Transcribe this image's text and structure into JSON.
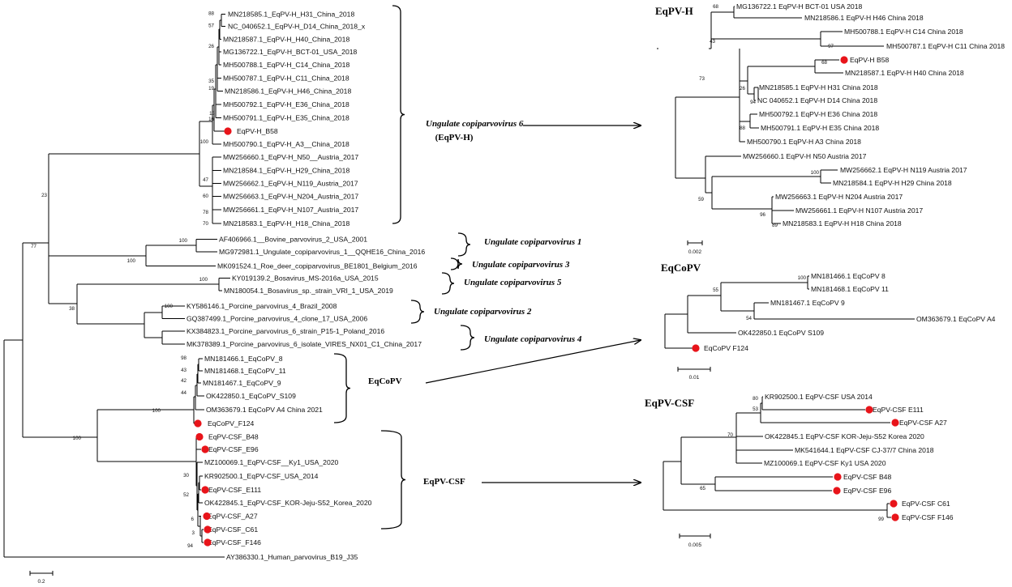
{
  "main_tree": {
    "leaves": [
      "MN218585.1_EqPV-H_H31_China_2018",
      "NC_040652.1_EqPV-H_D14_China_2018_x",
      "MN218587.1_EqPV-H_H40_China_2018",
      "MG136722.1_EqPV-H_BCT-01_USA_2018",
      "MH500788.1_EqPV-H_C14_China_2018",
      "MH500787.1_EqPV-H_C11_China_2018",
      "MN218586.1_EqPV-H_H46_China_2018",
      "MH500792.1_EqPV-H_E36_China_2018",
      "MH500791.1_EqPV-H_E35_China_2018",
      "EqPV-H_B58",
      "MH500790.1_EqPV-H_A3__China_2018",
      "MW256660.1_EqPV-H_N50__Austria_2017",
      "MN218584.1_EqPV-H_H29_China_2018",
      "MW256662.1_EqPV-H_N119_Austria_2017",
      "MW256663.1_EqPV-H_N204_Austria_2017",
      "MW256661.1_EqPV-H_N107_Austria_2017",
      "MN218583.1_EqPV-H_H18_China_2018",
      "AF406966.1__Bovine_parvovirus_2_USA_2001",
      "MG972981.1_Ungulate_copiparvovirus_1__QQHE16_China_2016",
      "MK091524.1_Roe_deer_copiparvovirus_BE1801_Belgium_2016",
      "KY019139.2_Bosavirus_MS-2016a_USA_2015",
      "MN180054.1_Bosavirus_sp._strain_VRI_1_USA_2019",
      "KY586146.1_Porcine_parvovirus_4_Brazil_2008",
      "GQ387499.1_Porcine_parvovirus_4_clone_17_USA_2006",
      "KX384823.1_Porcine_parvovirus_6_strain_P15-1_Poland_2016",
      "MK378389.1_Porcine_parvovirus_6_isolate_VIRES_NX01_C1_China_2017",
      "MN181466.1_EqCoPV_8",
      "MN181468.1_EqCoPV_11",
      "MN181467.1_EqCoPV_9",
      "OK422850.1_EqCoPV_S109",
      "OM363679.1 EqCoPV A4 China 2021",
      "EqCoPV_F124",
      "EqPV-CSF_B48",
      "EqPV-CSF_E96",
      "MZ100069.1_EqPV-CSF__Ky1_USA_2020",
      "KR902500.1_EqPV-CSF_USA_2014",
      "EqPV-CSF_E111",
      "OK422845.1_EqPV-CSF_KOR-Jeju-S52_Korea_2020",
      "EqPV-CSF_A27",
      "EqPV-CSF_C61",
      "EqPV-CSF_F146",
      "AY386330.1_Human_parvovirus_B19_J35"
    ],
    "bootstrap": [
      "88",
      "57",
      "26",
      "35",
      "19",
      "13",
      "16",
      "100",
      "47",
      "60",
      "78",
      "70",
      "23",
      "77",
      "100",
      "100",
      "100",
      "38",
      "100",
      "98",
      "43",
      "42",
      "44",
      "100",
      "100",
      "30",
      "52",
      "6",
      "3",
      "94"
    ],
    "scale": "0.2"
  },
  "groups": {
    "g6_name": "Ungulate copiparvovirus 6",
    "g6_abbr": "(EqPV-H)",
    "g1": "Ungulate copiparvovirus 1",
    "g3": "Ungulate copiparvovirus 3",
    "g5": "Ungulate copiparvovirus 5",
    "g2": "Ungulate copiparvovirus 2",
    "g4": "Ungulate copiparvovirus 4",
    "eqcopv": "EqCoPV",
    "eqpvcsf": "EqPV-CSF"
  },
  "panel_h": {
    "title": "EqPV-H",
    "leaves": [
      "MG136722.1 EqPV-H BCT-01 USA 2018",
      "MN218586.1 EqPV-H H46 China 2018",
      "MH500788.1 EqPV-H C14 China 2018",
      "MH500787.1 EqPV-H C11 China 2018",
      "EqPV-H B58",
      "MN218587.1 EqPV-H H40 China 2018",
      "MN218585.1 EqPV-H H31 China 2018",
      "NC 040652.1 EqPV-H D14 China 2018",
      "MH500792.1 EqPV-H E36 China 2018",
      "MH500791.1 EqPV-H E35 China 2018",
      "MH500790.1 EqPV-H A3  China 2018",
      "MW256660.1 EqPV-H N50  Austria 2017",
      "MW256662.1 EqPV-H N119 Austria 2017",
      "MN218584.1 EqPV-H H29 China 2018",
      "MW256663.1 EqPV-H N204 Austria 2017",
      "MW256661.1 EqPV-H N107 Austria 2017",
      "MN218583.1 EqPV-H H18 China 2018"
    ],
    "bootstrap": [
      "68",
      "97",
      "43",
      "68",
      "26",
      "94",
      "73",
      "88",
      "100",
      "59",
      "96",
      "89"
    ],
    "scale": "0.002"
  },
  "panel_copv": {
    "title": "EqCoPV",
    "leaves": [
      "MN181466.1 EqCoPV 8",
      "MN181468.1 EqCoPV 11",
      "MN181467.1 EqCoPV 9",
      "OM363679.1 EqCoPV A4",
      "OK422850.1 EqCoPV S109",
      "EqCoPV F124"
    ],
    "bootstrap": [
      "100",
      "55",
      "54"
    ],
    "scale": "0.01"
  },
  "panel_csf": {
    "title": "EqPV-CSF",
    "leaves": [
      "KR902500.1 EqPV-CSF USA 2014",
      "EqPV-CSF E111",
      "EqPV-CSF A27",
      "OK422845.1 EqPV-CSF KOR-Jeju-S52 Korea 2020",
      "MK541644.1 EqPV-CSF CJ-37/7 China 2018",
      "MZ100069.1 EqPV-CSF Ky1 USA 2020",
      "EqPV-CSF B48",
      "EqPV-CSF E96",
      "EqPV-CSF C61",
      "EqPV-CSF F146"
    ],
    "bootstrap": [
      "80",
      "53",
      "70",
      "65",
      "99"
    ],
    "scale": "0.005"
  },
  "colors": {
    "marker": "#e8141a",
    "line": "#000000"
  }
}
